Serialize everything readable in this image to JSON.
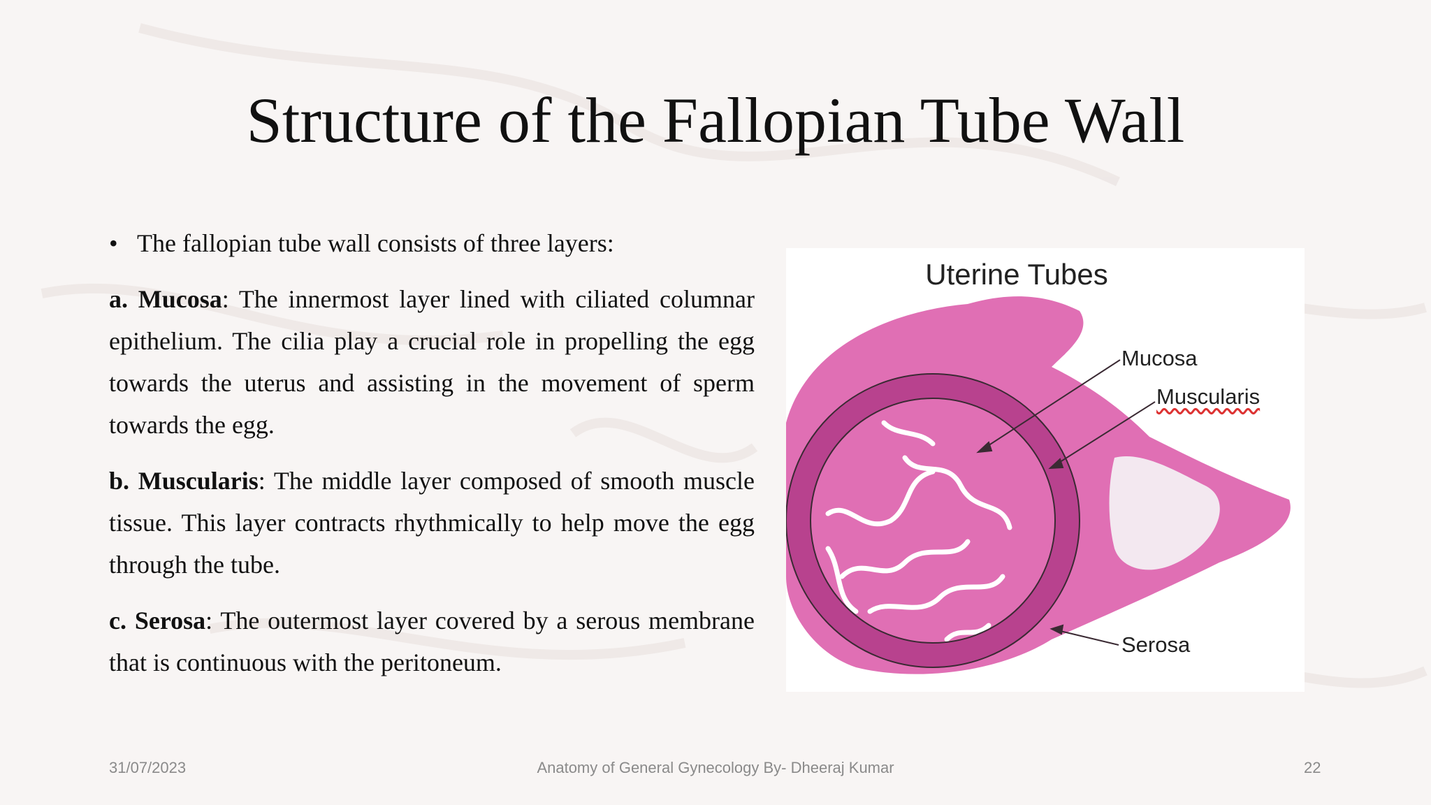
{
  "slide": {
    "title": "Structure of the Fallopian Tube Wall",
    "intro": "The fallopian tube wall consists of three layers:",
    "layers": [
      {
        "letter": "a.",
        "name": "Mucosa",
        "text": ": The innermost layer lined with ciliated columnar epithelium. The cilia play a crucial role in propelling the egg towards the uterus and assisting in the movement of sperm towards the egg."
      },
      {
        "letter": "b.",
        "name": "Muscularis",
        "text": ": The middle layer composed of smooth muscle tissue. This layer contracts rhythmically to help move the egg through the tube."
      },
      {
        "letter": "c.",
        "name": "Serosa",
        "text": ": The outermost layer covered by a serous membrane that is continuous with the peritoneum."
      }
    ]
  },
  "figure": {
    "title": "Uterine Tubes",
    "labels": {
      "mucosa": "Mucosa",
      "muscularis": "Muscularis",
      "serosa": "Serosa"
    },
    "colors": {
      "tissue": "#e06fb4",
      "tissue_dark": "#b8428e",
      "lumen": "#ffffff",
      "fat": "#f3e8f0"
    }
  },
  "footer": {
    "date": "31/07/2023",
    "center": "Anatomy of General Gynecology By- Dheeraj Kumar",
    "page": "22"
  }
}
